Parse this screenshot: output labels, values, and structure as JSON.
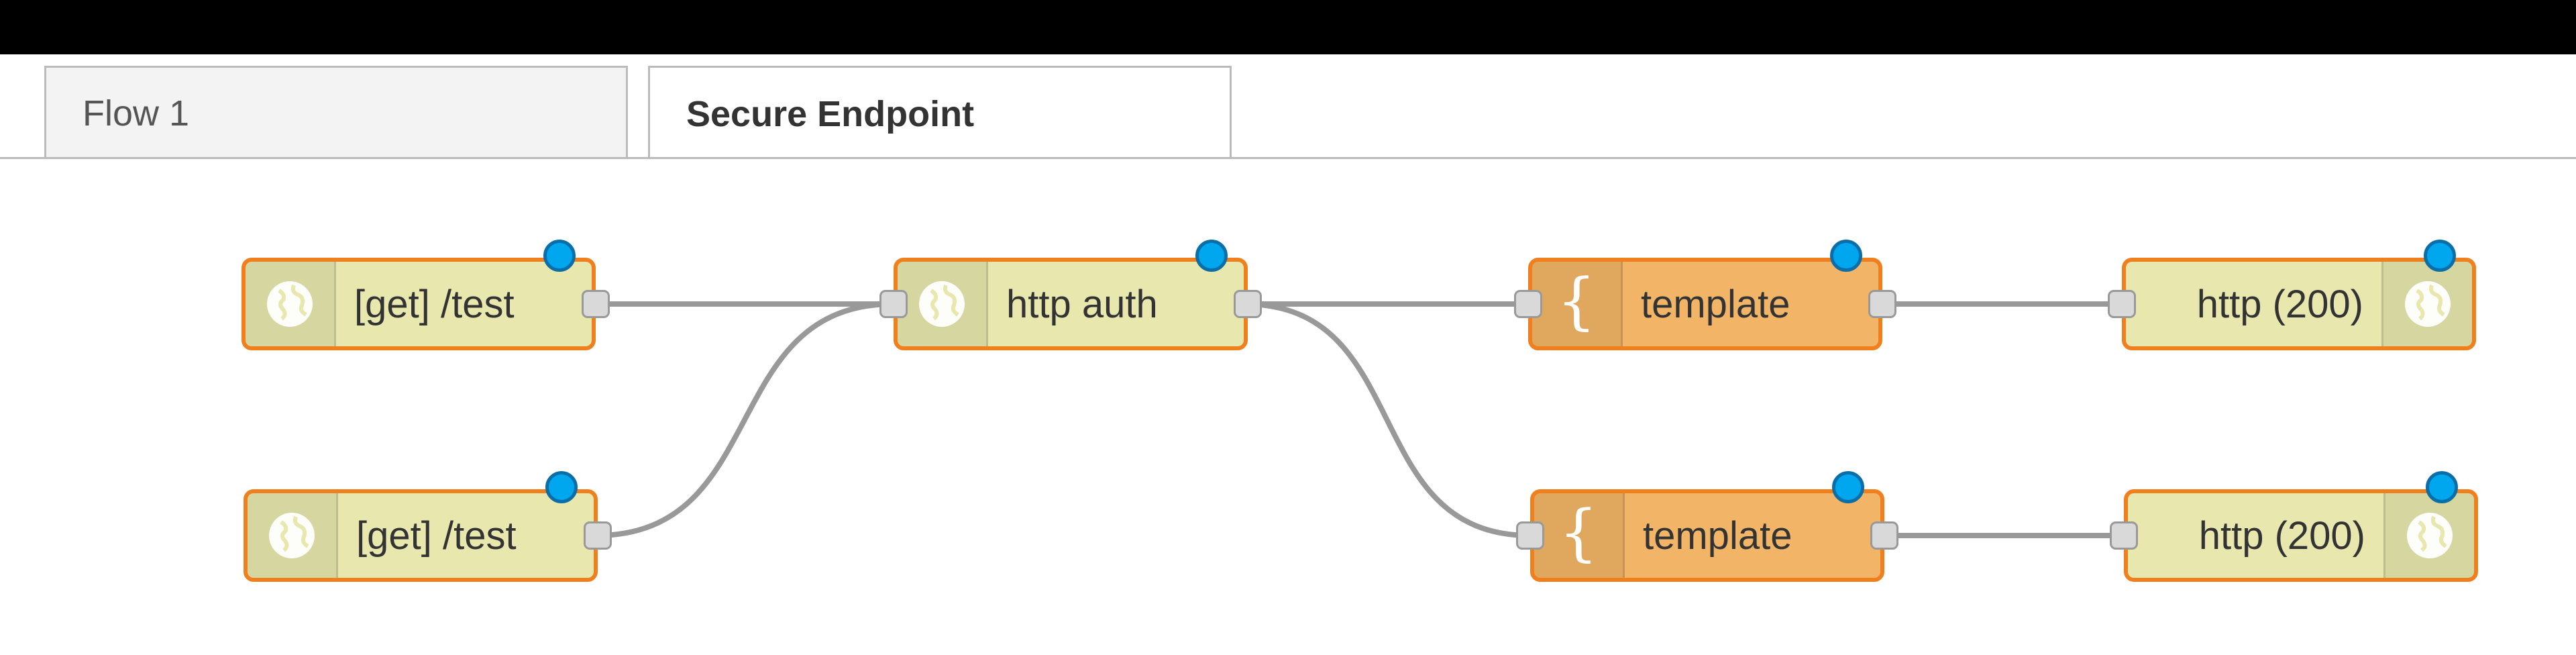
{
  "tabs": [
    {
      "label": "Flow 1",
      "active": false
    },
    {
      "label": "Secure Endpoint",
      "active": true
    }
  ],
  "nodes": {
    "get_test_1": {
      "label": "[get] /test",
      "icon": "globe-icon",
      "type": "http-in"
    },
    "get_test_2": {
      "label": "[get] /test",
      "icon": "globe-icon",
      "type": "http-in"
    },
    "http_auth": {
      "label": "http auth",
      "icon": "globe-icon",
      "type": "function"
    },
    "template_1": {
      "label": "template",
      "icon": "brace-icon",
      "type": "template"
    },
    "template_2": {
      "label": "template",
      "icon": "brace-icon",
      "type": "template"
    },
    "http_response_1": {
      "label": "http (200)",
      "icon": "globe-icon",
      "type": "http-response"
    },
    "http_response_2": {
      "label": "http (200)",
      "icon": "globe-icon",
      "type": "http-response"
    }
  },
  "colors": {
    "http_node": "#e7e7ae",
    "template_node": "#f2b467",
    "node_border": "#f07f1e",
    "changed_dot": "#00a7ee",
    "wire": "#999999"
  }
}
